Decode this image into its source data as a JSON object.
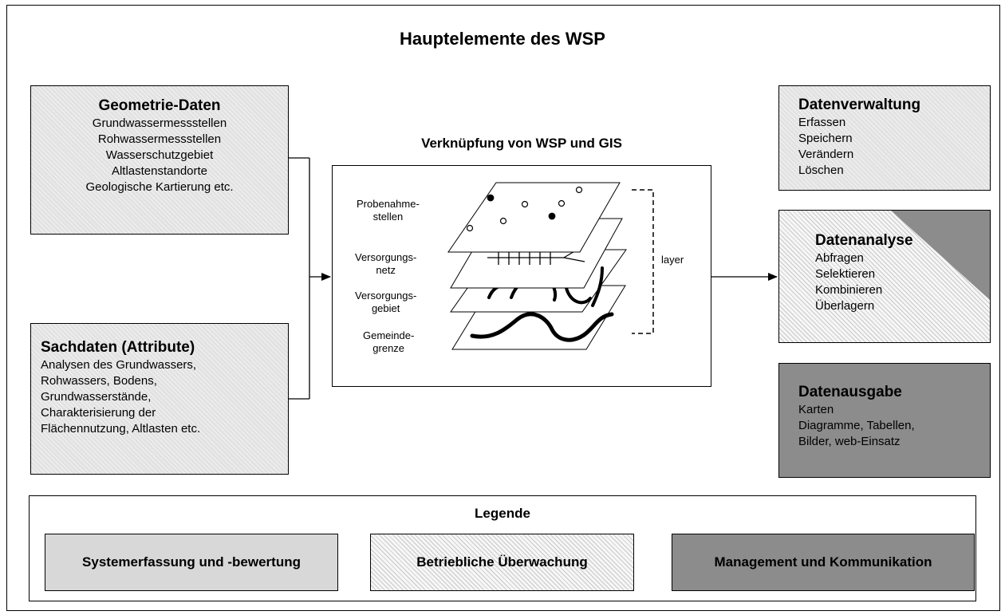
{
  "title": "Hauptelemente des WSP",
  "geometrie": {
    "heading": "Geometrie-Daten",
    "lines": [
      "Grundwassermessstellen",
      "Rohwassermessstellen",
      "Wasserschutzgebiet",
      "Altlastenstandorte",
      "Geologische Kartierung etc."
    ]
  },
  "sachdaten": {
    "heading": "Sachdaten (Attribute)",
    "lines": [
      "Analysen des Grundwassers,",
      "Rohwassers, Bodens,",
      "Grundwasserstände,",
      "Charakterisierung der",
      "Flächennutzung, Altlasten etc."
    ]
  },
  "center": {
    "title": "Verknüpfung von WSP und GIS",
    "layer_label": "layer",
    "layers": [
      {
        "line1": "Probenahme-",
        "line2": "stellen"
      },
      {
        "line1": "Versorgungs-",
        "line2": "netz"
      },
      {
        "line1": "Versorgungs-",
        "line2": "gebiet"
      },
      {
        "line1": "Gemeinde-",
        "line2": "grenze"
      }
    ]
  },
  "datenverwaltung": {
    "heading": "Datenverwaltung",
    "lines": [
      "Erfassen",
      "Speichern",
      "Verändern",
      "Löschen"
    ]
  },
  "datenanalyse": {
    "heading": "Datenanalyse",
    "lines": [
      "Abfragen",
      "Selektieren",
      "Kombinieren",
      "Überlagern"
    ]
  },
  "datenausgabe": {
    "heading": "Datenausgabe",
    "lines": [
      "Karten",
      "Diagramme, Tabellen,",
      "Bilder, web-Einsatz"
    ]
  },
  "legend": {
    "title": "Legende",
    "items": [
      {
        "label": "Systemerfassung und -bewertung",
        "style": "solid-gray"
      },
      {
        "label": "Betriebliche Überwachung",
        "style": "hatched"
      },
      {
        "label": "Management und Kommunikation",
        "style": "dark-gray"
      }
    ]
  },
  "colors": {
    "light_gray": "#d8d8d8",
    "dark_gray": "#8c8c8c",
    "line": "#000000"
  }
}
